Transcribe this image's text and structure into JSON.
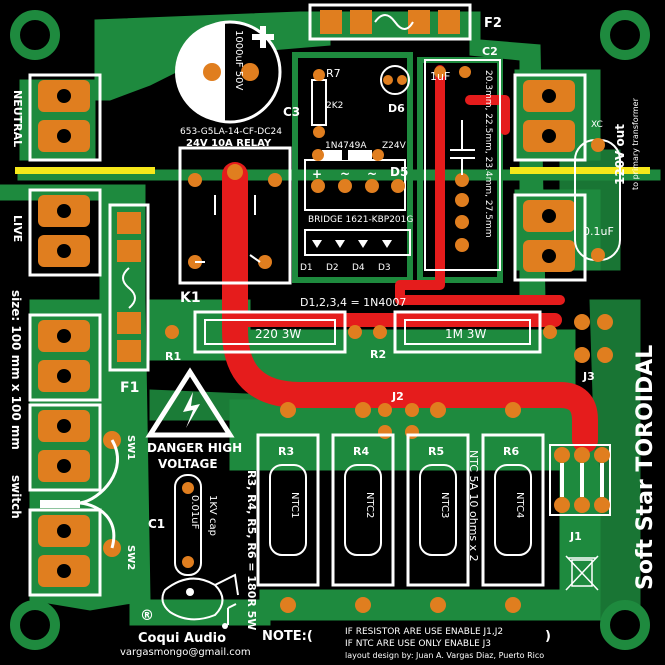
{
  "board": {
    "title": "Soft Star TOROIDAL",
    "size_note": "size: 100 mm x 100 mm",
    "switch_label": "switch",
    "neutral": "NEUTRAL",
    "live": "LIVE",
    "out_label": "120V out",
    "out_sub": "to primary transformer",
    "danger": "DANGER HIGH",
    "voltage": "VOLTAGE",
    "logo_mark": "®",
    "brand": "Coqui Audio",
    "email": "vargasmongo@gmail.com",
    "credit": "layout design by: Juan A. Vargas Diaz, Puerto Rico",
    "note": "NOTE:(",
    "note_close": ")",
    "note_line1": "IF RESISTOR ARE USE ENABLE J1,J2",
    "note_line2": "IF NTC ARE USE ONLY ENABLE J3",
    "res_note": "R3, R4, R5, R6 = 180R 5W",
    "ntc_note": "NTC 5A 10 ohms x 2",
    "diodes_note": "D1,2,3,4 = 1N4007",
    "colors": {
      "board": "#000000",
      "copper": "#1e8a3e",
      "trace": "#e51c1c",
      "pad": "#e07e1f",
      "silk": "#ffffff",
      "bar": "#f6e81a"
    }
  },
  "labels": {
    "f1": "F1",
    "f2": "F2",
    "k1": "K1",
    "r1": "R1",
    "r2": "R2",
    "r7": "R7",
    "r7v": "2K2",
    "c1": "C1",
    "c1v": "0.01uF",
    "c1kv": "1KV cap",
    "c2": "C2",
    "c2v": "1uF",
    "c3": "C3",
    "xc": "XC",
    "xcv": "0.1uF",
    "cap_el": "1000uF 50V",
    "relay_pn": "653-G5LA-14-CF-DC24",
    "relay": "24V 10A RELAY",
    "zener_pn": "1N4749A",
    "zener_v": "Z24V",
    "d5": "D5",
    "d6": "D6",
    "bridge": "BRIDGE 1621-KBP201G",
    "d1": "D1",
    "d2": "D2",
    "d3": "D3",
    "d4": "D4",
    "r220": "220 3W",
    "r1m": "1M 3W",
    "j1": "J1",
    "j2": "J2",
    "j3": "J3",
    "sw1": "SW1",
    "sw2": "SW2",
    "r3": "R3",
    "r4": "R4",
    "r5": "R5",
    "r6": "R6",
    "ntc1": "NTC1",
    "ntc2": "NTC2",
    "ntc3": "NTC3",
    "ntc4": "NTC4",
    "pitch": "20.3mm, 22.5mm, 23.4mm, 27.5mm",
    "plus": "+",
    "minus": "−",
    "ac1": "~",
    "ac2": "~"
  }
}
